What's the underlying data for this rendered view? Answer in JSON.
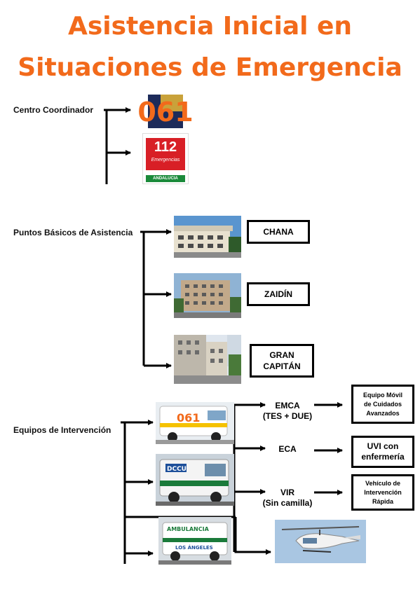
{
  "title": {
    "line1": "Asistencia Inicial en",
    "line2": "Situaciones de Emergencia"
  },
  "coordinador": {
    "label": "Centro Coordinador",
    "logo_061": "061",
    "logo_112_number": "112",
    "logo_112_text": "Emergencias",
    "logo_112_footer": "ANDALUCIA"
  },
  "puntos": {
    "label": "Puntos Básicos de Asistencia",
    "centers": [
      {
        "name": "CHANA"
      },
      {
        "name": "ZAIDÍN"
      },
      {
        "name": "GRAN CAPITÁN",
        "line1": "GRAN",
        "line2": "CAPITÁN"
      }
    ]
  },
  "equipos": {
    "label": "Equipos de Intervención",
    "units": [
      {
        "code": "EMCA",
        "sub": "(TES + DUE)",
        "desc_lines": [
          "Equipo Móvil",
          "de Cuidados",
          "Avanzados"
        ]
      },
      {
        "code": "ECA",
        "sub": "",
        "desc_lines": [
          "UVI con",
          "enfermería"
        ]
      },
      {
        "code": "VIR",
        "sub": "(Sin camilla)",
        "desc_lines": [
          "Vehículo de",
          "Intervención",
          "Rápida"
        ]
      }
    ],
    "ambulance_texts": {
      "a1": "061",
      "a2": "DCCU",
      "a3_top": "AMBULANCIA",
      "a3_mid": "LOS ÁNGELES"
    }
  },
  "colors": {
    "title": "#f26a1b",
    "brand_061": "#f26a1b",
    "brand_112": "#d81f26",
    "green_112": "#1a8a3a",
    "lines": "#000000"
  }
}
